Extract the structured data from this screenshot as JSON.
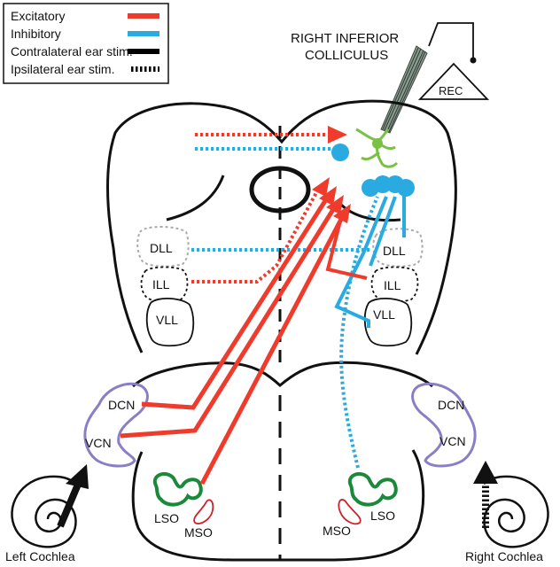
{
  "legend": {
    "items": [
      {
        "label": "Excitatory",
        "color": "#ef3b2c",
        "style": "solid"
      },
      {
        "label": "Inhibitory",
        "color": "#29abe2",
        "style": "solid"
      },
      {
        "label": "Contralateral ear stim.",
        "color": "#000000",
        "style": "solid"
      },
      {
        "label": "Ipsilateral ear stim.",
        "color": "#000000",
        "style": "dashed"
      }
    ]
  },
  "title": {
    "line1": "RIGHT INFERIOR",
    "line2": "COLLICULUS"
  },
  "recorder": {
    "label": "REC"
  },
  "lemniscus": {
    "left": {
      "dll": "DLL",
      "ill": "ILL",
      "vll": "VLL"
    },
    "right": {
      "dll": "DLL",
      "ill": "ILL",
      "vll": "VLL"
    }
  },
  "brainstem": {
    "left": {
      "dcn": "DCN",
      "vcn": "VCN",
      "lso": "LSO",
      "mso": "MSO"
    },
    "right": {
      "dcn": "DCN",
      "vcn": "VCN",
      "lso": "LSO",
      "mso": "MSO"
    }
  },
  "cochlea": {
    "left": "Left Cochlea",
    "right": "Right Cochlea"
  },
  "colors": {
    "excitatory": "#ef3b2c",
    "inhibitory": "#29abe2",
    "neuron": "#7ac143",
    "nucleus": "#8a7fc4",
    "lso": "#1a8a3a",
    "mso": "#d0202a"
  }
}
